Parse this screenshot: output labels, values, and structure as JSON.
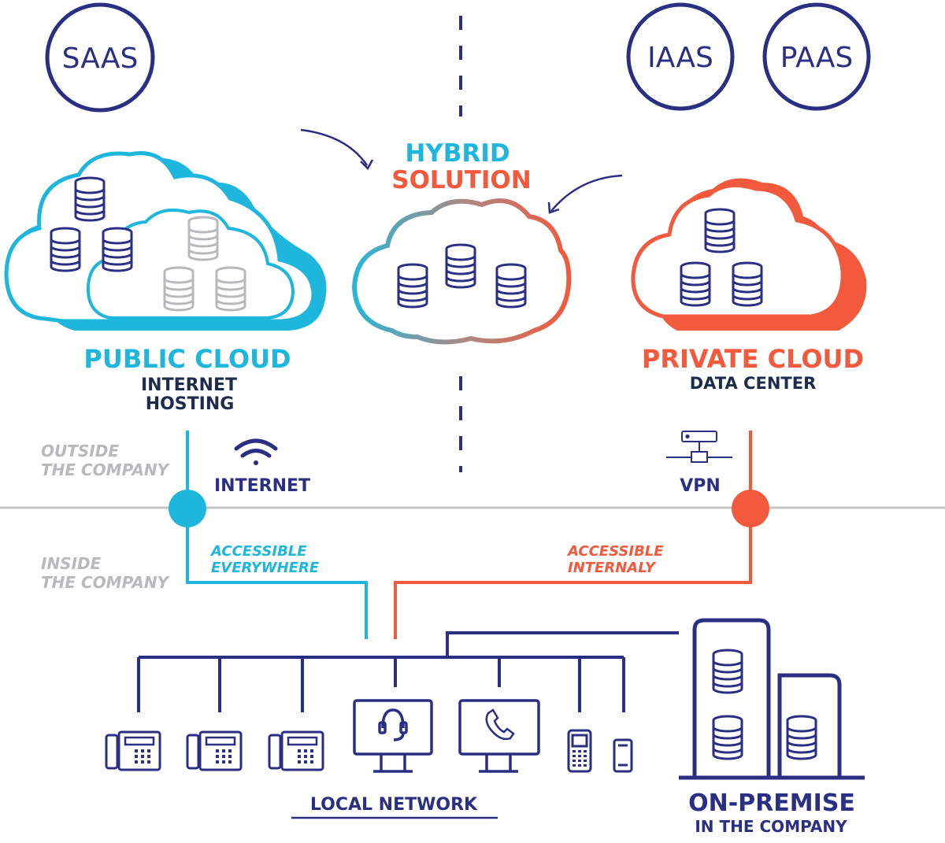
{
  "badges": {
    "saas": "SAAS",
    "iaas": "IAAS",
    "paas": "PAAS"
  },
  "hybrid": {
    "line1": "HYBRID",
    "line2": "SOLUTION"
  },
  "public_cloud": {
    "title": "PUBLIC CLOUD",
    "sub1": "INTERNET",
    "sub2": "HOSTING"
  },
  "private_cloud": {
    "title": "PRIVATE CLOUD",
    "sub1": "DATA CENTER"
  },
  "zones": {
    "outside1": "OUTSIDE",
    "outside2": "THE COMPANY",
    "inside1": "INSIDE",
    "inside2": "THE COMPANY"
  },
  "connections": {
    "internet": "INTERNET",
    "vpn": "VPN",
    "acc_every1": "ACCESSIBLE",
    "acc_every2": "EVERYWHERE",
    "acc_int1": "ACCESSIBLE",
    "acc_int2": "INTERNALY"
  },
  "local_network": "LOCAL NETWORK",
  "on_premise": {
    "title": "ON-PREMISE",
    "sub": "IN THE COMPANY"
  },
  "colors": {
    "navy": "#2b2f83",
    "cyan": "#1fb6dd",
    "orange": "#f2593d",
    "grey": "#b9b9bd",
    "darkblue": "#1d2b4f"
  }
}
